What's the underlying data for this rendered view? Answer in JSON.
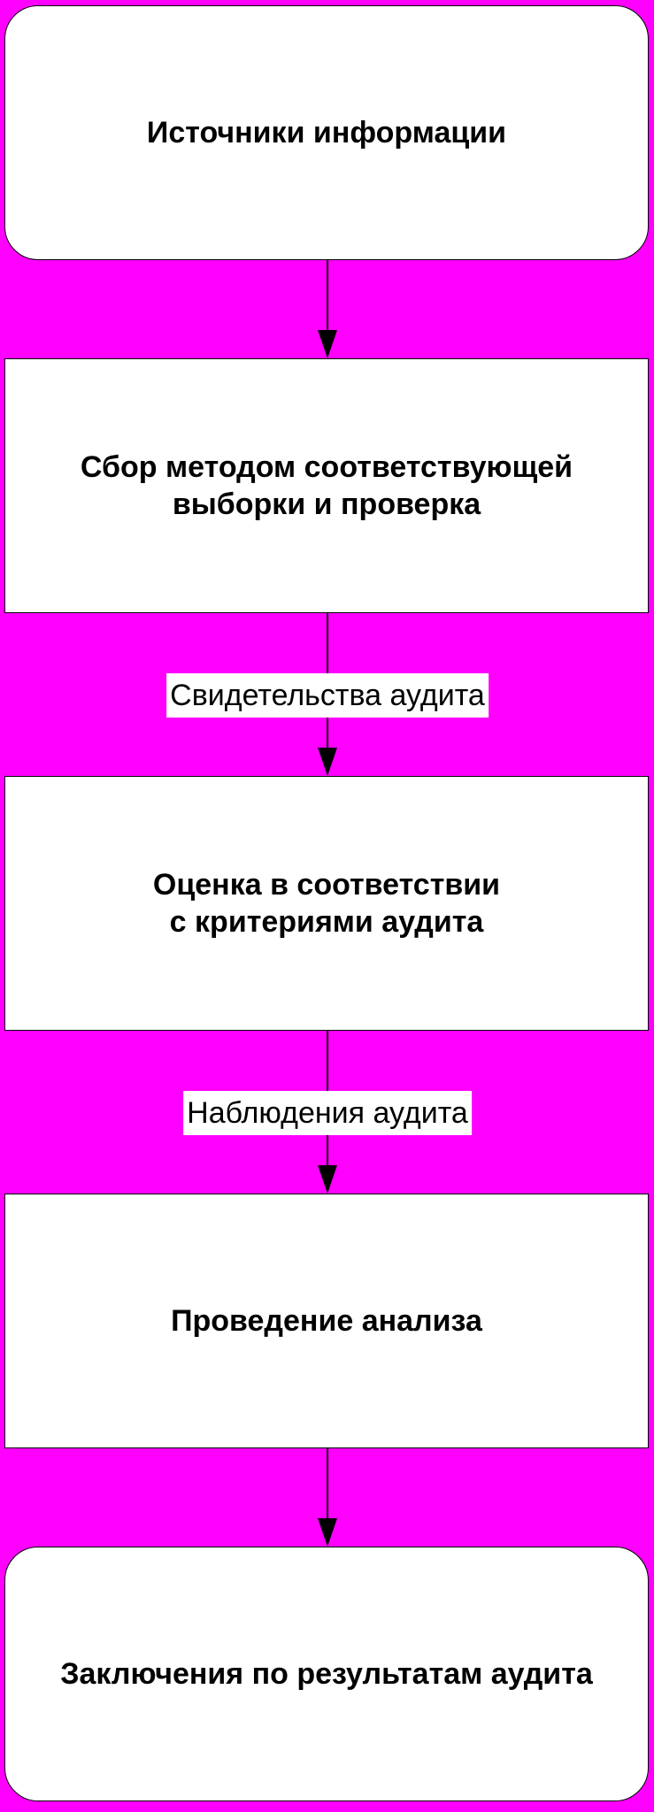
{
  "diagram": {
    "nodes": [
      {
        "id": "sources",
        "shape": "rounded",
        "lines": [
          "Источники информации"
        ]
      },
      {
        "id": "collection",
        "shape": "rect",
        "lines": [
          "Сбор методом соответствующей",
          "выборки и проверка"
        ]
      },
      {
        "id": "evaluation",
        "shape": "rect",
        "lines": [
          "Оценка в соответствии",
          "с критериями аудита"
        ]
      },
      {
        "id": "analysis",
        "shape": "rect",
        "lines": [
          "Проведение анализа"
        ]
      },
      {
        "id": "conclusions",
        "shape": "rounded",
        "lines": [
          "Заключения по результатам аудита"
        ]
      }
    ],
    "edges": [
      {
        "from": "sources",
        "to": "collection",
        "label": ""
      },
      {
        "from": "collection",
        "to": "evaluation",
        "label": "Свидетельства аудита"
      },
      {
        "from": "evaluation",
        "to": "analysis",
        "label": "Наблюдения аудита"
      },
      {
        "from": "analysis",
        "to": "conclusions",
        "label": ""
      }
    ],
    "colors": {
      "background": "#ff00ff",
      "box_fill": "#ffffff",
      "stroke": "#000000",
      "text": "#000000"
    }
  }
}
